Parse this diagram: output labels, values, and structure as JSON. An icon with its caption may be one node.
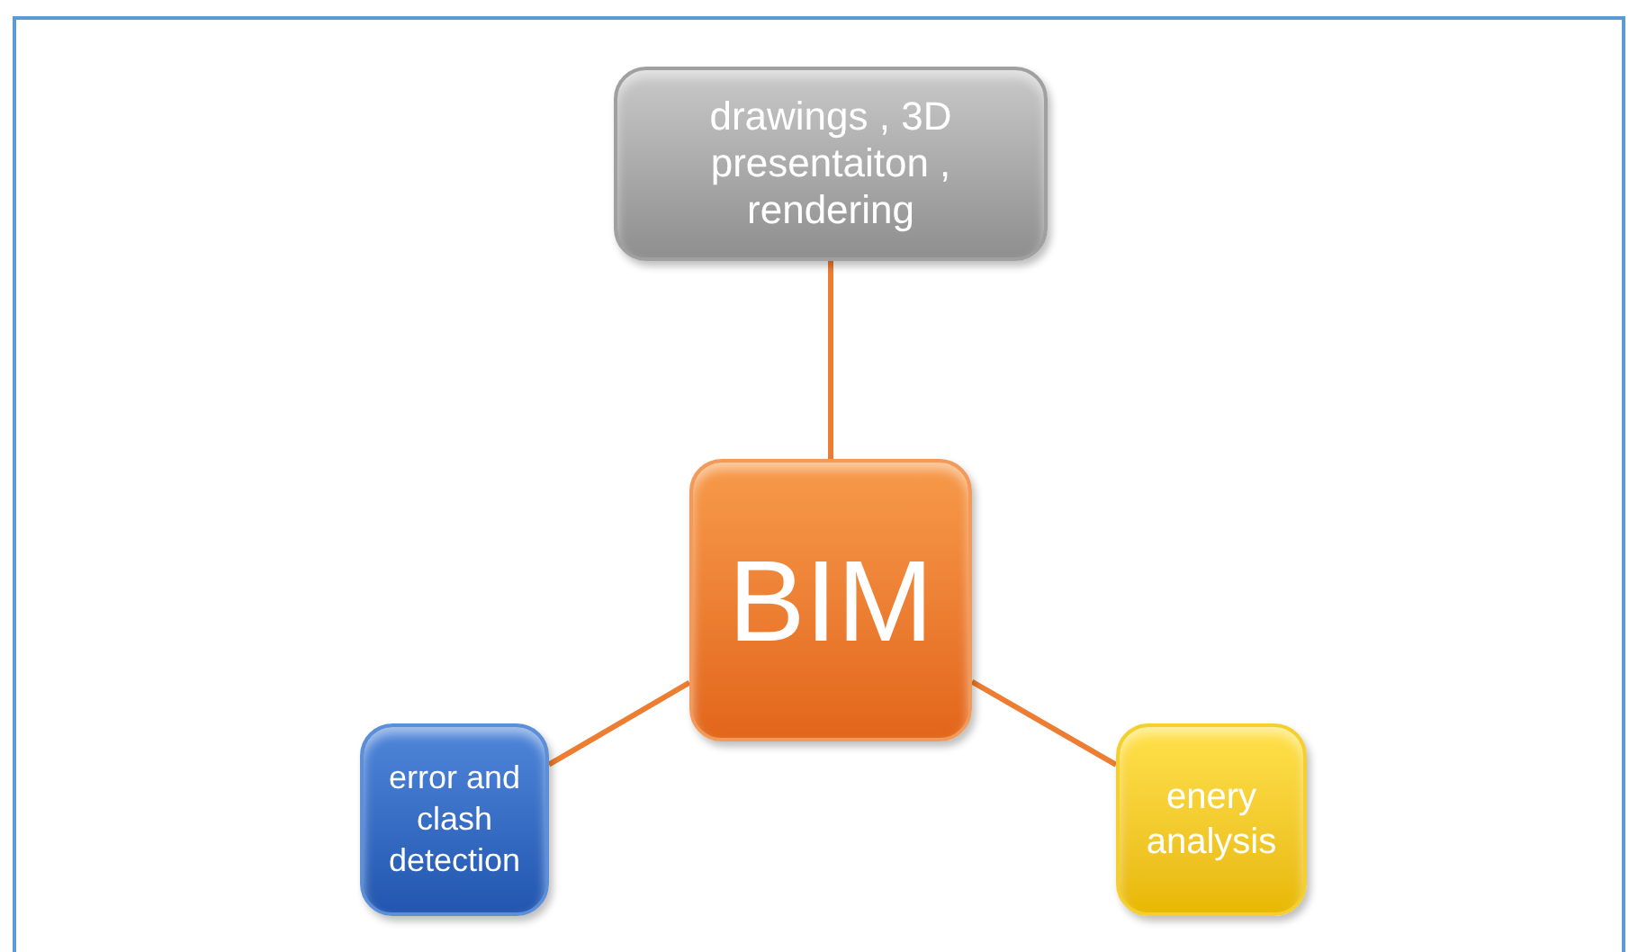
{
  "diagram": {
    "nodes": [
      {
        "text": [
          "drawings , 3D presentaiton , rendering"
        ]
      },
      {
        "text": [
          "BIM"
        ]
      },
      {
        "text": [
          "error and clash detection"
        ]
      },
      {
        "text": [
          "enery analysis"
        ]
      }
    ],
    "edges": [
      {
        "from": 1,
        "to": 0,
        "arrow": "none"
      },
      {
        "from": 1,
        "to": 2,
        "arrow": "none"
      },
      {
        "from": 1,
        "to": 3,
        "arrow": "none"
      }
    ]
  }
}
